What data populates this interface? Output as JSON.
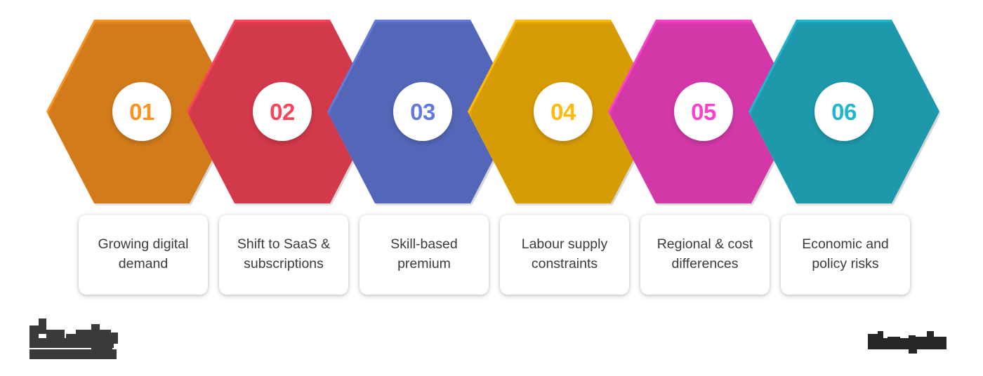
{
  "infographic": {
    "title": "Six-step hexagon process infographic",
    "step_count": 6,
    "steps": [
      {
        "number": "01",
        "label": "Growing digital\ndemand",
        "color": "#FA9220"
      },
      {
        "number": "02",
        "label": "Shift to SaaS &\nsubscriptions",
        "color": "#FB4459"
      },
      {
        "number": "03",
        "label": "Skill-based\npremium",
        "color": "#6379DC"
      },
      {
        "number": "04",
        "label": "Labour supply\nconstraints",
        "color": "#FFBA07"
      },
      {
        "number": "05",
        "label": "Regional & cost\ndifferences",
        "color": "#FB42C8"
      },
      {
        "number": "06",
        "label": "Economic and\npolicy risks",
        "color": "#22B6CC"
      }
    ]
  },
  "footer": {
    "left_logo": {
      "name": "redacted-logo-left",
      "state": "pixelated",
      "color": "#3a3a3a"
    },
    "right_logo": {
      "name": "redacted-logo-right",
      "state": "pixelated",
      "color": "#262626"
    }
  },
  "theme": {
    "background": "#FFFFFF",
    "card_background": "#FFFFFF",
    "label_text_color": "#3B3B3F",
    "badge_background": "#FFFFFF"
  }
}
